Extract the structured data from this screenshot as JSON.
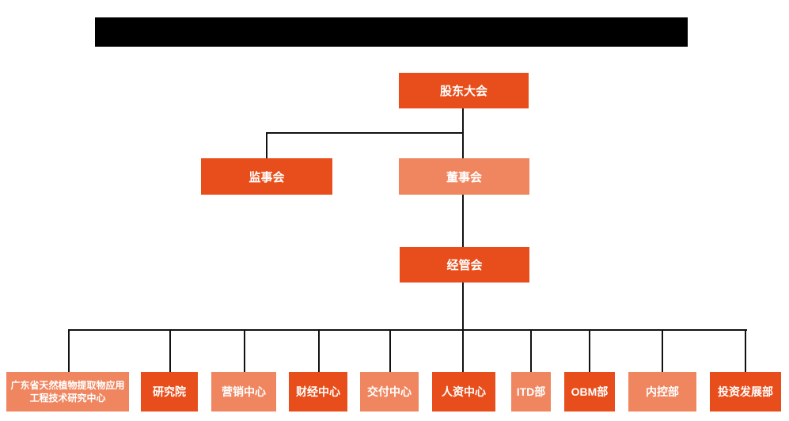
{
  "colors": {
    "primary_orange": "#E84E1B",
    "secondary_salmon": "#EF8660",
    "connector_line": "#111111",
    "node_text": "#FFFFFF",
    "redaction_black": "#000000"
  },
  "org_chart": {
    "type": "org-tree",
    "root": {
      "label": "股东大会",
      "variant": "primary"
    },
    "level2": [
      {
        "label": "监事会",
        "variant": "primary"
      },
      {
        "label": "董事会",
        "variant": "secondary"
      }
    ],
    "level3": {
      "label": "经管会",
      "variant": "primary"
    },
    "departments": [
      {
        "label": "广东省天然植物提取物应用工程技术研究中心",
        "variant": "secondary"
      },
      {
        "label": "研究院",
        "variant": "primary"
      },
      {
        "label": "营销中心",
        "variant": "secondary"
      },
      {
        "label": "财经中心",
        "variant": "primary"
      },
      {
        "label": "交付中心",
        "variant": "secondary"
      },
      {
        "label": "人资中心",
        "variant": "primary"
      },
      {
        "label": "ITD部",
        "variant": "secondary"
      },
      {
        "label": "OBM部",
        "variant": "primary"
      },
      {
        "label": "内控部",
        "variant": "secondary"
      },
      {
        "label": "投资发展部",
        "variant": "primary"
      }
    ]
  }
}
